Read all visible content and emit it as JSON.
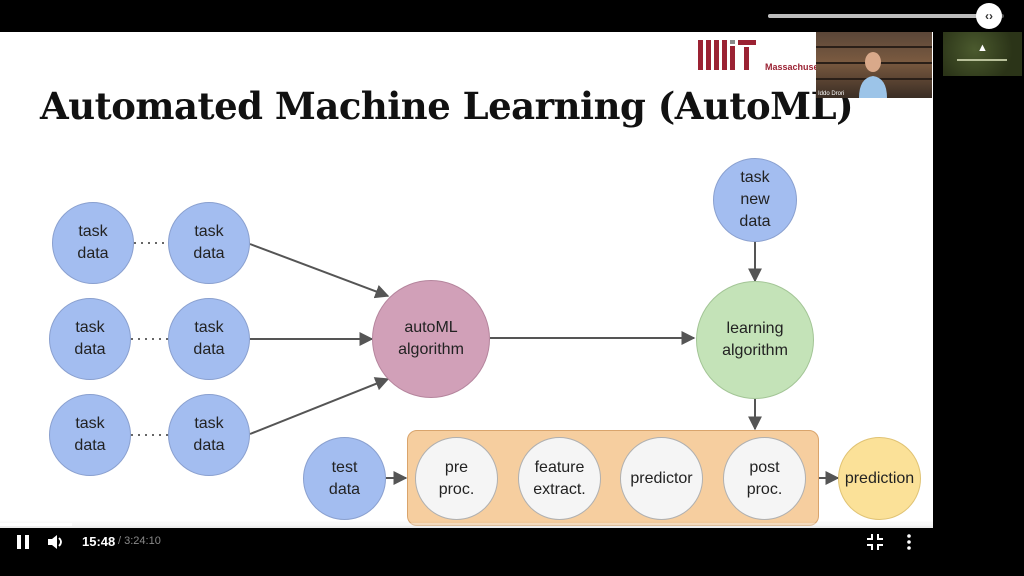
{
  "slide": {
    "title": "Automated Machine Learning (AutoML)",
    "logo_text": "Massachuse",
    "nodes": {
      "task1a": "task\ndata",
      "task1b": "task\ndata",
      "task2a": "task\ndata",
      "task2b": "task\ndata",
      "task3a": "task\ndata",
      "task3b": "task\ndata",
      "automl": "autoML\nalgorithm",
      "new_data": "task\nnew\ndata",
      "learning": "learning\nalgorithm",
      "test": "test\ndata",
      "pre": "pre\nproc.",
      "feature": "feature\nextract.",
      "predictor": "predictor",
      "post": "post\nproc.",
      "prediction": "prediction"
    }
  },
  "webcam": {
    "name": "Iddo Drori"
  },
  "player": {
    "current_time": "15:48",
    "total_time": "/ 3:24:10",
    "progress": 0.077
  },
  "colors": {
    "task_node": "#a3bdf0",
    "automl_node": "#d1a0b8",
    "learning_node": "#c4e3b8",
    "pipeline_box": "#f6ce9f",
    "prediction_node": "#fbe198"
  }
}
